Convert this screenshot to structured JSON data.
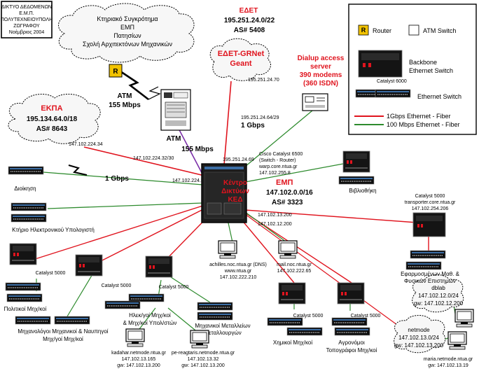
{
  "colors": {
    "gigabit_fiber": "#e0141e",
    "fast_ethernet_fiber": "#2e8b2e",
    "atm_link": "#7b2fa8",
    "router_fill": "#f2c300",
    "switch_fill": "#111111",
    "label_red": "#e0141e"
  },
  "title_box": {
    "line1": "ΔΙΚΤΥΟ ΔΕΔΟΜΕΝΩΝ",
    "line2": "Ε.Μ.Π.",
    "line3": "ΠΟΛΥΤΕΧΝΕΙΟΥΠΟΛΗ",
    "line4": "ΖΩΓΡΑΦΟΥ",
    "line5": "Νοέμβριος 2004"
  },
  "legend": {
    "router": "Router",
    "atm_switch": "ATM Switch",
    "backbone_line1": "Backbone",
    "backbone_line2": "Ethernet Switch",
    "backbone_model": "Catalyst 6000",
    "ethernet_switch": "Ethernet Switch",
    "gigabit": "1Gbps Ethernet - Fiber",
    "fast": "100 Mbps Ethernet - Fiber"
  },
  "clouds": {
    "ktiriako": {
      "line1": "Κτηριακό Συγκρότημα",
      "line2": "ΕΜΠ",
      "line3": "Πατησίων",
      "line4": "Σχολή Αρχιτεκτόνων Μηχανικών"
    },
    "grnet": {
      "line1": "ΕΔΕΤ-GRNet",
      "line2": "Geant"
    },
    "ekpa": {
      "line1": "ΕΚΠΑ",
      "line2": "195.134.64.0/18",
      "line3": "AS# 8643"
    },
    "dblab": {
      "line1": "dblab",
      "line2": "147.102.12.0/24",
      "line3": "gw: 147.102.12.200"
    },
    "netmode": {
      "line1": "netmode",
      "line2": "147.102.13.0/24",
      "line3": "gw: 147.102.13.200"
    }
  },
  "labels": {
    "edet_title": "ΕΔΕΤ",
    "edet_net": "195.251.24.0/22",
    "edet_as": "AS# 5408",
    "dialup_line1": "Dialup access",
    "dialup_line2": "server",
    "dialup_line3": "390  modems",
    "dialup_line4": "(360 ISDN)",
    "atm_link_line1": "ATM",
    "atm_link_line2": "155 Mbps",
    "atm_switch": "ATM",
    "atm_speed": "155 Mbps",
    "grnet_ip": "195.251.24.70",
    "edet_link_net": "195.251.24.64/29",
    "edet_link_speed": "1 Gbps",
    "core_uplink_ip": "195.251.24.69",
    "ekpa_ip": "147.102.224.34",
    "ekpa_link_net": "147.102.224.32/30",
    "core_ekpa_ip": "147.102.224.33",
    "core_speed": "1 Gbps",
    "core_device_line1": "Cisco Catalyst 6500",
    "core_device_line2": "(Switch - Router)",
    "core_device_line3": "warp.core.ntua.gr",
    "core_device_line4": "147.102.255.8",
    "core_name_line1": "Κέντρο",
    "core_name_line2": "Δικτύων",
    "core_name_line3": "ΚΕΔ",
    "emp_title": "ΕΜΠ",
    "emp_net": "147.102.0.0/16",
    "emp_as": "AS# 3323",
    "ip_13_200": "147.102.13.200",
    "ip_12_200": "147.102.12.200",
    "transporter_model": "Catalyst 5000",
    "transporter_host": "transporter.core.ntua.gr",
    "transporter_ip": "147.102.254.206",
    "catalyst5000": "Catalyst 5000"
  },
  "buildings": {
    "dioikisi": "Διοίκηση",
    "hlektroniko": "Κτήριο Ηλεκτρονικού Υπολογιστή",
    "vivliothiki": "Βιβλιοθήκη",
    "politikoi": "Πολιτικοί Μηχ/κοί",
    "naftikoi_line1": "Μηχανολόγοι Μηχανικοί & Ναυπηγοί",
    "naftikoi_line2": "Μηχ/γοί Μηχ/κοί",
    "hlektrologoi_line1": "Ηλεκ/γοί Μηχ/κοί",
    "hlektrologoi_line2": "& Μηχ/κοί Υπολ/στών",
    "metallion_line1": "Μηχανικοί Μεταλλείων",
    "metallion_line2": "Μεταλλουργών",
    "ximikoi": "Χημικοί Μηχ/κοί",
    "agronomoi_line1": "Αγρονόμοι",
    "agronomoi_line2": "Τοπογράφοι Μηχ/κοί",
    "efarmosmenon_line1": "Εφαρμοσμένων Μαθ. &",
    "efarmosmenon_line2": "Φυσικών Επιστημών"
  },
  "hosts": {
    "achilles_line1": "achilles.noc.ntua.gr (DNS)",
    "achilles_line2": "www.ntua.gr",
    "achilles_line3": "147.102.222.210",
    "mail_line1": "mail.noc.ntua.gr",
    "mail_line2": "147.102.222.65",
    "kadahar_line1": "kadahar.netmode.ntua.gr",
    "kadahar_line2": "147.102.13.165",
    "kadahar_line3": "gw: 147.102.13.200",
    "peregrin_line1": "pe-reagtaris.netmode.ntua.gr",
    "peregrin_line2": "147.102.13.32",
    "peregrin_line3": "gw: 147.102.13.200",
    "maria_line1": "maria.netmode.ntua.gr",
    "maria_line2": "gw: 147.102.13.19"
  }
}
